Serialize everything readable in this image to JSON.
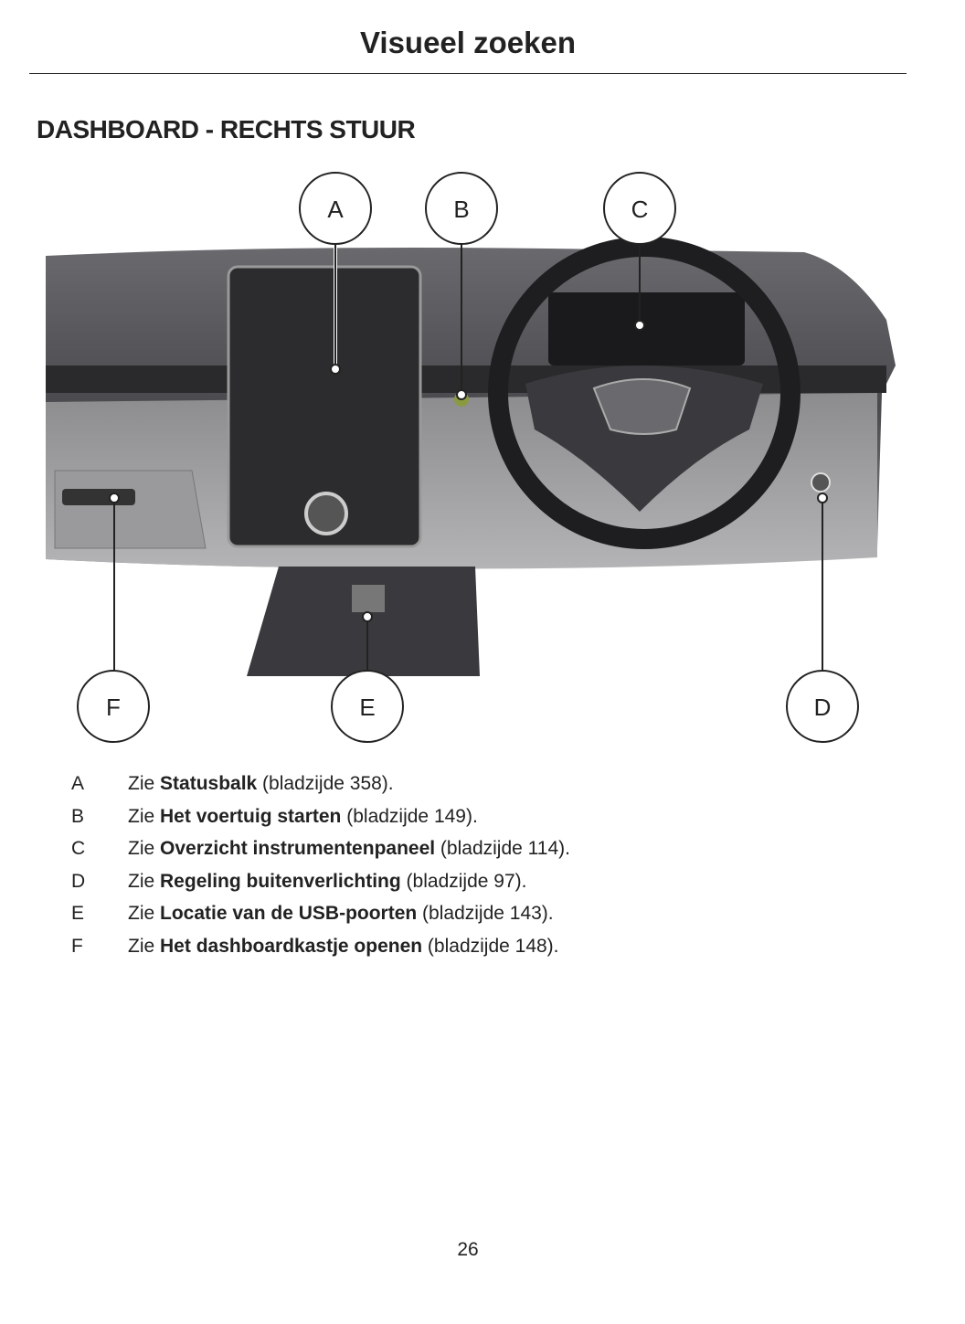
{
  "header": {
    "title": "Visueel zoeken"
  },
  "section": {
    "title": "DASHBOARD - RECHTS STUUR"
  },
  "figure": {
    "callouts": [
      "A",
      "B",
      "C",
      "D",
      "E",
      "F"
    ]
  },
  "legend": [
    {
      "key": "A",
      "prefix": "Zie ",
      "bold": "Statusbalk",
      "suffix": " (bladzijde 358)."
    },
    {
      "key": "B",
      "prefix": "Zie ",
      "bold": "Het voertuig starten",
      "suffix": " (bladzijde 149)."
    },
    {
      "key": "C",
      "prefix": "Zie ",
      "bold": "Overzicht instrumentenpaneel",
      "suffix": " (bladzijde 114)."
    },
    {
      "key": "D",
      "prefix": "Zie ",
      "bold": "Regeling buitenverlichting",
      "suffix": " (bladzijde 97)."
    },
    {
      "key": "E",
      "prefix": "Zie ",
      "bold": "Locatie van de USB-poorten",
      "suffix": " (bladzijde 143)."
    },
    {
      "key": "F",
      "prefix": "Zie ",
      "bold": "Het dashboardkastje openen",
      "suffix": " (bladzijde 148)."
    }
  ],
  "footer": {
    "page_number": "26"
  }
}
